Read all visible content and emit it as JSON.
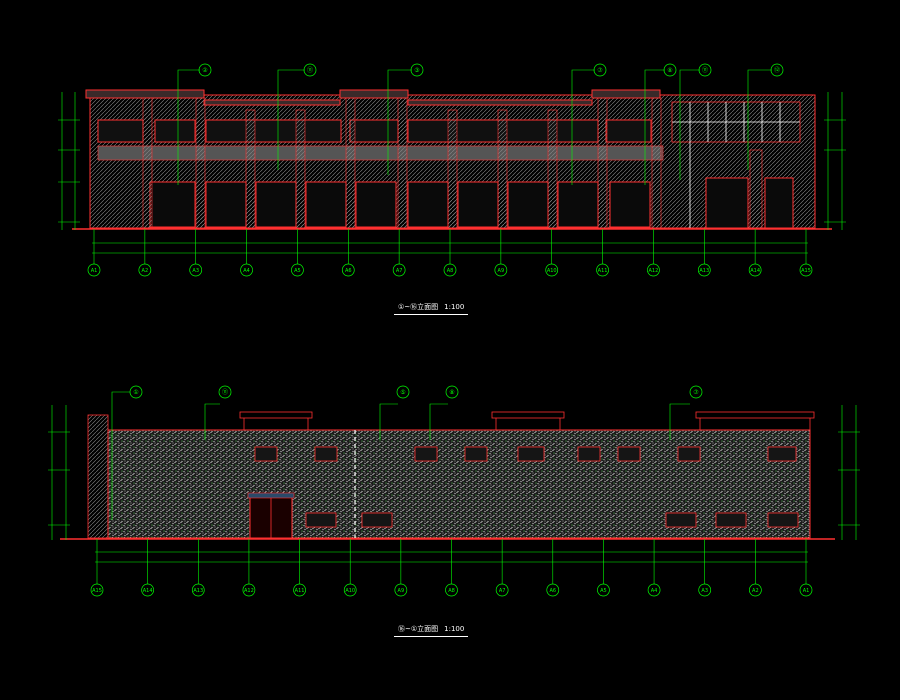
{
  "colors": {
    "background": "#000000",
    "wall": "#ff0000",
    "dimension": "#00ff00",
    "glass": "#ffffff",
    "stone": "#9a9a9a",
    "grid_bubble": "#00ff00"
  },
  "drawings": [
    {
      "id": "front",
      "title": "①~⑯立面图",
      "scale": "1:100",
      "grid_bottom": [
        "A1",
        "A2",
        "A3",
        "A4",
        "A5",
        "A6",
        "A7",
        "A8",
        "A9",
        "A10",
        "A11",
        "A12",
        "A13",
        "A14",
        "A15"
      ],
      "grid_top": [
        "②",
        "⑪",
        "③",
        "⑦",
        "⑧",
        "⑪",
        "⑫"
      ]
    },
    {
      "id": "rear",
      "title": "⑯~①立面图",
      "scale": "1:100",
      "grid_bottom": [
        "A15",
        "A14",
        "A13",
        "A12",
        "A11",
        "A10",
        "A9",
        "A8",
        "A7",
        "A6",
        "A5",
        "A4",
        "A3",
        "A2",
        "A1"
      ],
      "grid_top": [
        "①",
        "⑪",
        "⑤",
        "⑧",
        "⑦"
      ]
    }
  ]
}
